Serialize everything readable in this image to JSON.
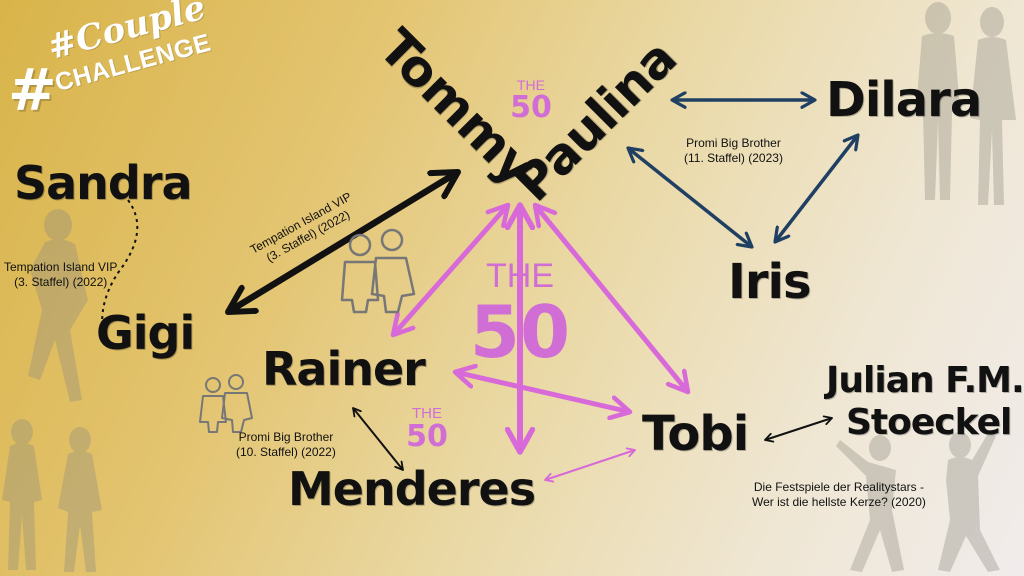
{
  "logo": {
    "line1": "#Couple",
    "line2": "CHALLENGE"
  },
  "people": {
    "tommy": "Tommy",
    "paulina": "Paulina",
    "dilara": "Dilara",
    "iris": "Iris",
    "sandra": "Sandra",
    "gigi": "Gigi",
    "rainer": "Rainer",
    "menderes": "Menderes",
    "tobi": "Tobi",
    "julian_1": "Julian F.M.",
    "julian_2": "Stoeckel"
  },
  "shows": {
    "promi_bb_11_l1": "Promi Big Brother",
    "promi_bb_11_l2": "(11. Staffel) (2023)",
    "temptation_a_l1": "Tempation Island VIP",
    "temptation_a_l2": "(3. Staffel) (2022)",
    "temptation_b_l1": "Tempation Island VIP",
    "temptation_b_l2": "(3. Staffel) (2022)",
    "promi_bb_10_l1": "Promi Big Brother",
    "promi_bb_10_l2": "(10. Staffel) (2022)",
    "festspiele_l1": "Die Festspiele der Realitystars -",
    "festspiele_l2": "Wer ist die hellste Kerze? (2020)"
  },
  "badges": {
    "top": {
      "the": "THE",
      "num": "50"
    },
    "center": {
      "the": "THE",
      "num": "50"
    },
    "small": {
      "the": "THE",
      "num": "50"
    }
  },
  "colors": {
    "black_link": "#111111",
    "navy_link": "#1f3f63",
    "pink_link": "#d76ad8",
    "the50": "#d16ed6"
  },
  "icons": [
    "couple-icon",
    "couple-icon-small",
    "silhouette-couple-top-right",
    "silhouette-dancer-left",
    "silhouette-couple-bottom-left",
    "silhouette-dancers-right"
  ]
}
